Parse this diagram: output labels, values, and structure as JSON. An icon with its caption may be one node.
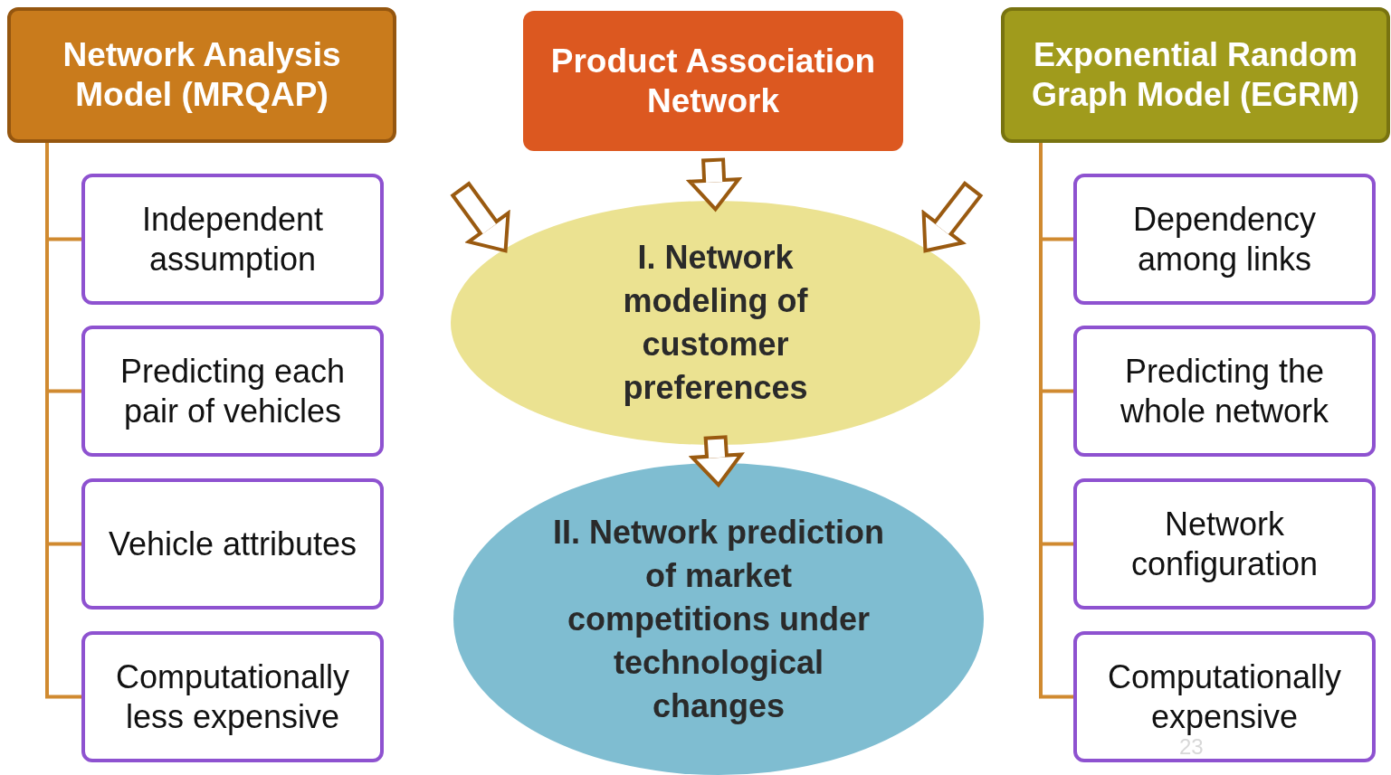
{
  "diagram": {
    "nodes": [
      {
        "text": [
          "Network Analysis Model (MRQAP)"
        ]
      },
      {
        "text": [
          "Independent assumption"
        ]
      },
      {
        "text": [
          "Predicting each pair of vehicles"
        ]
      },
      {
        "text": [
          "Vehicle attributes"
        ]
      },
      {
        "text": [
          "Computationally less expensive"
        ]
      },
      {
        "text": [
          "Product Association Network"
        ]
      },
      {
        "text": [
          "I. Network modeling of customer preferences"
        ]
      },
      {
        "text": [
          "II. Network prediction of market competitions under technological changes"
        ]
      },
      {
        "text": [
          "Exponential Random Graph Model (EGRM)"
        ]
      },
      {
        "text": [
          "Dependency among links"
        ]
      },
      {
        "text": [
          "Predicting the whole network"
        ]
      },
      {
        "text": [
          "Network configuration"
        ]
      },
      {
        "text": [
          "Computationally expensive"
        ]
      }
    ],
    "edges": [
      {
        "from": 0,
        "to": 1,
        "arrow": "none"
      },
      {
        "from": 0,
        "to": 2,
        "arrow": "none"
      },
      {
        "from": 0,
        "to": 3,
        "arrow": "none"
      },
      {
        "from": 0,
        "to": 4,
        "arrow": "none"
      },
      {
        "from": 8,
        "to": 9,
        "arrow": "none"
      },
      {
        "from": 8,
        "to": 10,
        "arrow": "none"
      },
      {
        "from": 8,
        "to": 11,
        "arrow": "none"
      },
      {
        "from": 8,
        "to": 12,
        "arrow": "none"
      },
      {
        "from": 5,
        "to": 6,
        "arrow": "to",
        "style": "thick",
        "color": "#9a5a10"
      },
      {
        "from": 6,
        "to": 7,
        "arrow": "to",
        "style": "thick",
        "color": "#9a5a10"
      },
      {
        "from": null,
        "to": 6,
        "arrow": "to",
        "style": "thick",
        "color": "#9a5a10"
      },
      {
        "from": null,
        "to": 6,
        "arrow": "to",
        "style": "thick",
        "color": "#9a5a10"
      }
    ],
    "labels": [
      "23"
    ]
  }
}
